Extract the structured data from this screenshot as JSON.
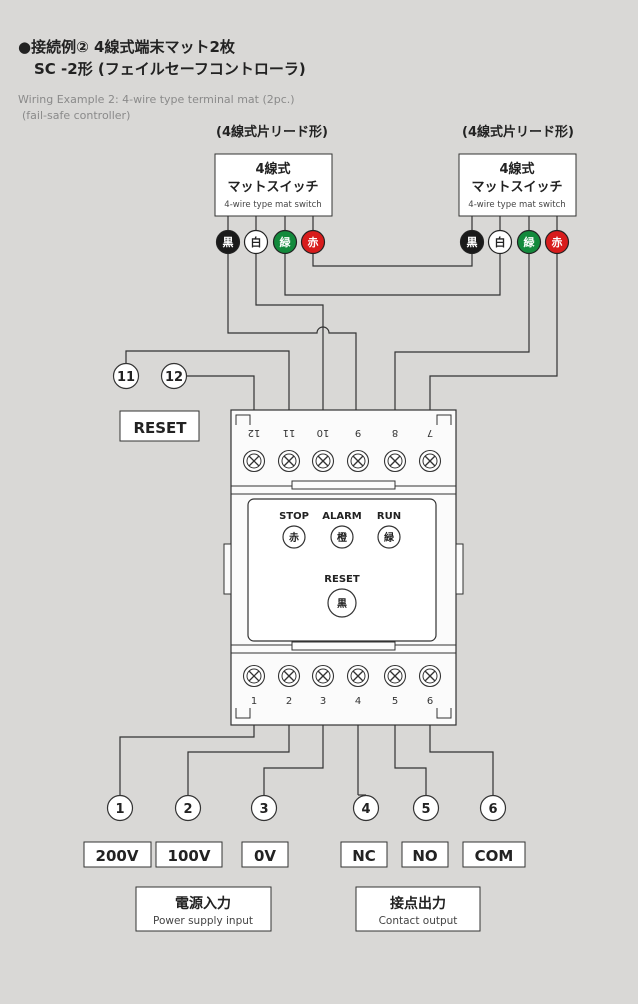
{
  "title": {
    "line1": "●接続例② 4線式端末マット2枚",
    "line2": "SC -2形 (フェイルセーフコントローラ)",
    "en1": "Wiring Example 2: 4-wire type terminal mat (2pc.)",
    "en2": "(fail-safe controller)"
  },
  "mat_switches": [
    {
      "lead_label": "(4線式片リード形)",
      "name_line1": "4線式",
      "name_line2": "マットスイッチ",
      "name_en": "4-wire type mat switch",
      "wires": [
        {
          "label": "黒",
          "color": "#1a1a1a",
          "text_color": "#ffffff"
        },
        {
          "label": "白",
          "color": "#ffffff",
          "text_color": "#222222"
        },
        {
          "label": "緑",
          "color": "#138a3c",
          "text_color": "#ffffff"
        },
        {
          "label": "赤",
          "color": "#d81c1c",
          "text_color": "#ffffff"
        }
      ]
    },
    {
      "lead_label": "(4線式片リード形)",
      "name_line1": "4線式",
      "name_line2": "マットスイッチ",
      "name_en": "4-wire type mat switch",
      "wires": [
        {
          "label": "黒",
          "color": "#1a1a1a",
          "text_color": "#ffffff"
        },
        {
          "label": "白",
          "color": "#ffffff",
          "text_color": "#222222"
        },
        {
          "label": "緑",
          "color": "#138a3c",
          "text_color": "#ffffff"
        },
        {
          "label": "赤",
          "color": "#d81c1c",
          "text_color": "#ffffff"
        }
      ]
    }
  ],
  "reset_terminals": [
    "11",
    "12"
  ],
  "reset_label": "RESET",
  "controller": {
    "top_terminals": [
      "12",
      "11",
      "10",
      "9",
      "8",
      "7"
    ],
    "bottom_terminals": [
      "1",
      "2",
      "3",
      "4",
      "5",
      "6"
    ],
    "indicators": [
      {
        "label": "STOP",
        "text": "赤"
      },
      {
        "label": "ALARM",
        "text": "橙"
      },
      {
        "label": "RUN",
        "text": "緑"
      }
    ],
    "reset_button": {
      "label": "RESET",
      "text": "黒"
    }
  },
  "bottom_terminals": [
    {
      "num": "1",
      "label": "200V"
    },
    {
      "num": "2",
      "label": "100V"
    },
    {
      "num": "3",
      "label": "0V"
    },
    {
      "num": "4",
      "label": "NC"
    },
    {
      "num": "5",
      "label": "NO"
    },
    {
      "num": "6",
      "label": "COM"
    }
  ],
  "groups": [
    {
      "jp": "電源入力",
      "en": "Power supply input"
    },
    {
      "jp": "接点出力",
      "en": "Contact output"
    }
  ]
}
